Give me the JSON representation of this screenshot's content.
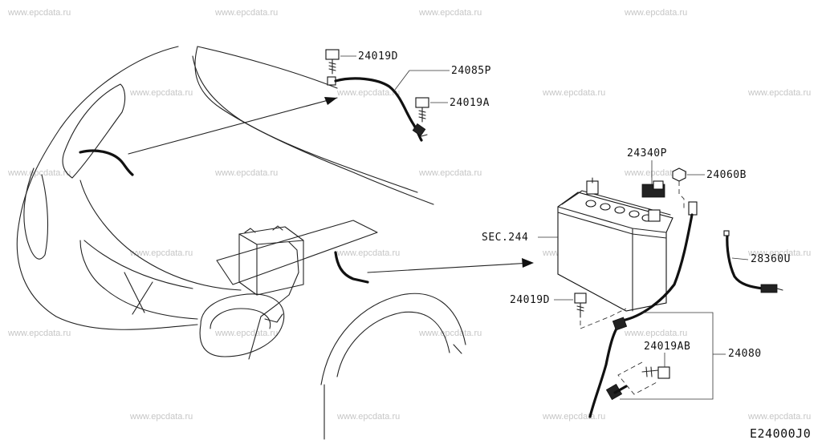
{
  "watermark": "www.epcdata.ru",
  "callouts": {
    "c_24019D_top": "24019D",
    "c_24085P": "24085P",
    "c_24019A": "24019A",
    "c_24340P": "24340P",
    "c_24060B": "24060B",
    "c_SEC244": "SEC.244",
    "c_28360U": "28360U",
    "c_24019D_bottom": "24019D",
    "c_24019AB": "24019AB",
    "c_24080": "24080"
  },
  "diagram_code": "E24000J0"
}
